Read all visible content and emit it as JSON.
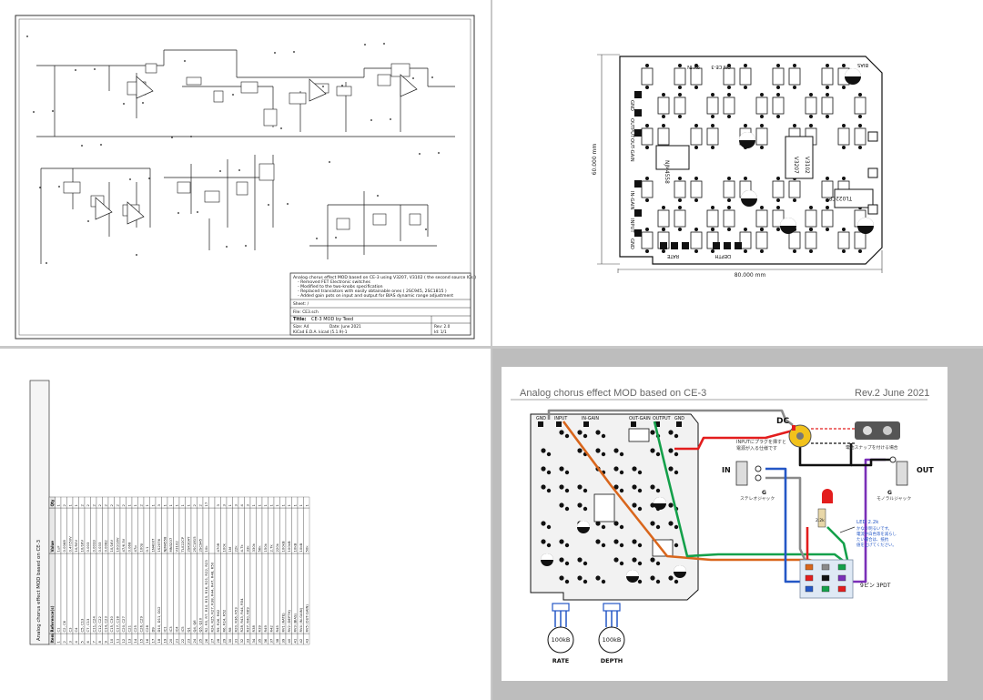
{
  "schematic": {
    "title_lines": [
      "Analog chorus effect MOD based on CE-3 using V3207, V3102 ( the second source ICs )",
      "- Removed FET Electronic switches",
      "- Modified to the two-knobs specification",
      "- Replaced transistors with easily obtainable ones ( 2SC945, 2SC1815 )",
      "- Added gain pots on input and output for BIAS dynamic range adjustment"
    ],
    "sheet_label": "Sheet: /",
    "file_label": "File: CE3.sch",
    "title_label": "Title:",
    "title_value": "CE-3 MOD by Teed",
    "size_label": "Size: A4",
    "date_label": "Date: June 2021",
    "rev_label": "Rev: 2.0",
    "kicad_label": "KiCad E.D.A. kicad (5.1.9)-1",
    "id_label": "Id: 1/1"
  },
  "pcb": {
    "height_dim": "60.000 mm",
    "width_dim": "80.000 mm",
    "labels": {
      "gnd1": "GND",
      "output": "OUTPUT",
      "outgain": "OUT-GAIN",
      "ingain": "IN-GAIN",
      "input": "INPUT",
      "gnd2": "GND",
      "ce3": "ON CE-3",
      "pin9": "9V IN",
      "rate": "RATE",
      "depth": "DEPTH",
      "ic_v3207": "V3207",
      "ic_v3102": "V3102",
      "ic_tl022": "TL022CP",
      "ic_nju": "NJM4558",
      "bias": "BIAS"
    }
  },
  "bom": {
    "title": "Analog chorus effect MOD based on CE-3",
    "headers": [
      "Item",
      "Reference(s)",
      "Value",
      "Qty"
    ],
    "rows": [
      [
        "1",
        "C1",
        "1uF",
        "1"
      ],
      [
        "2",
        "C2, C6",
        "0.0068",
        "2"
      ],
      [
        "3",
        "C3",
        "0.47/50V",
        "1"
      ],
      [
        "4",
        "C4",
        "10/50V",
        "1"
      ],
      [
        "5",
        "C5, C13",
        "10/16V",
        "2"
      ],
      [
        "6",
        "C7, C13",
        "0.003",
        "2"
      ],
      [
        "7",
        "C11, C24",
        "0.0033",
        "2"
      ],
      [
        "8",
        "C12, C22",
        "0.033",
        "2"
      ],
      [
        "9",
        "C14, C23",
        "0.0082",
        "2"
      ],
      [
        "10",
        "C15, C30",
        "10/16V",
        "2"
      ],
      [
        "11",
        "C17, C18",
        "100/16V",
        "2"
      ],
      [
        "12",
        "C20, C27",
        "47/6.3V",
        "2"
      ],
      [
        "13",
        "C21",
        "0.068",
        "1"
      ],
      [
        "14",
        "C25",
        "47p",
        "1"
      ],
      [
        "15",
        "C26, C29",
        "100p",
        "2"
      ],
      [
        "16",
        "C28",
        "0.1",
        "1"
      ],
      [
        "17",
        "D9",
        "1N4007",
        "1"
      ],
      [
        "18",
        "D10, D11, D12",
        "1S2076",
        "3"
      ],
      [
        "19",
        "IC1",
        "NJM4558",
        "1"
      ],
      [
        "20",
        "IC3",
        "MN3207",
        "1"
      ],
      [
        "21",
        "IC4",
        "V3102",
        "1"
      ],
      [
        "22",
        "IC5",
        "TL022CP",
        "1"
      ],
      [
        "23",
        "Q1",
        "2SK30AY",
        "1"
      ],
      [
        "24",
        "Q4, Q6",
        "2SC1815",
        "2"
      ],
      [
        "25",
        "Q5, Q10",
        "2SC945",
        "2"
      ],
      [
        "26",
        "R2, R5, R7, R10, R15, R16, R21, R22, R23",
        "10k",
        "17"
      ],
      [
        "27",
        "R24, R25, R27, R38, R44, R47, R48, R50",
        "",
        ""
      ],
      [
        "28",
        "R9, R26, R62",
        "470R",
        "3"
      ],
      [
        "29",
        "R6, R14, R52",
        "100k",
        "3"
      ],
      [
        "30",
        "R8",
        "1M",
        "1"
      ],
      [
        "31",
        "R20, R36, R53",
        "22k",
        "3"
      ],
      [
        "32",
        "R28, R43, R44, R54",
        "4.7k",
        "4"
      ],
      [
        "33",
        "R37, R40, R69",
        "33k",
        "3"
      ],
      [
        "34",
        "R38",
        "330k",
        "1"
      ],
      [
        "35",
        "R39",
        "56k",
        "1"
      ],
      [
        "36",
        "R49",
        "150k",
        "1"
      ],
      [
        "37",
        "R42",
        "2.7k",
        "1"
      ],
      [
        "38",
        "R45",
        "220k",
        "1"
      ],
      [
        "39",
        "RV1 (RATE)",
        "100kB",
        "1"
      ],
      [
        "40",
        "RV2 (DEPTH)",
        "100kB",
        "1"
      ],
      [
        "41",
        "RV3 (BIAS)",
        "10kB",
        "1"
      ],
      [
        "42",
        "RV4 (IN-GAIN)",
        "10kB",
        "1"
      ],
      [
        "43",
        "RV5 (OUT-GAIN)",
        "50k",
        "1"
      ]
    ]
  },
  "wiring": {
    "title": "Analog chorus effect MOD based on CE-3",
    "rev": "Rev.2  June 2021",
    "dc_label": "DC",
    "battery_note": "電池スナップを付ける場合",
    "in_label": "IN",
    "out_label": "OUT",
    "g_label_in": "G",
    "g_label_out": "G",
    "input_note_1": "INPUTにプラグを挿すと",
    "input_note_2": "電源が入る仕様です",
    "stereo_jack": "ステレオジャック",
    "mono_jack": "モノラルジャック",
    "led_label": "LED 2.2k",
    "led_note": [
      "かなり明るいです。",
      "電流や白色等を減らし",
      "たい場合は、抵抗",
      "値を上げてください。"
    ],
    "switch_label": "9ピン  3PDT",
    "led_resistor": "2.2k",
    "rate_label": "RATE",
    "depth_label": "DEPTH",
    "rate_value": "100kB",
    "depth_value": "100kB",
    "pcb_top_labels": [
      "GND",
      "INPUT",
      "IN-GAIN",
      "OUT-GAIN",
      "OUTPUT",
      "GND"
    ],
    "colors": {
      "red": "#e31d1d",
      "gray": "#8a8a8a",
      "orange": "#d9661c",
      "green": "#14a04a",
      "blue": "#2457c6",
      "purple": "#7a2fb8",
      "black": "#111111",
      "yellow": "#f2c21b"
    }
  }
}
